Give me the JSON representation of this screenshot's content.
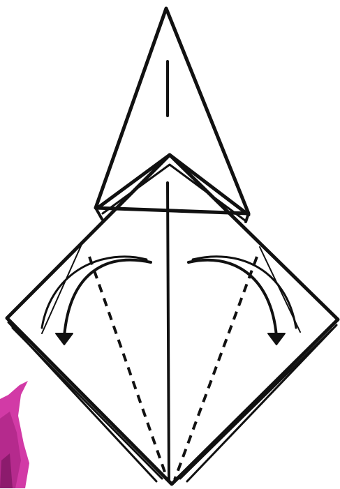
{
  "diagram": {
    "kind": "origami-fold-step",
    "parts": [
      "top-kite-flap",
      "main-diamond-base",
      "center-crease",
      "left-dashed-fold-line",
      "right-dashed-fold-line",
      "left-fold-arrow",
      "right-fold-arrow",
      "corner-photo-fragment"
    ],
    "colors": {
      "line": "#111111",
      "paper": "#ffffff",
      "photo_pink": "#d23aa6",
      "photo_dark": "#8c1b6d"
    }
  }
}
